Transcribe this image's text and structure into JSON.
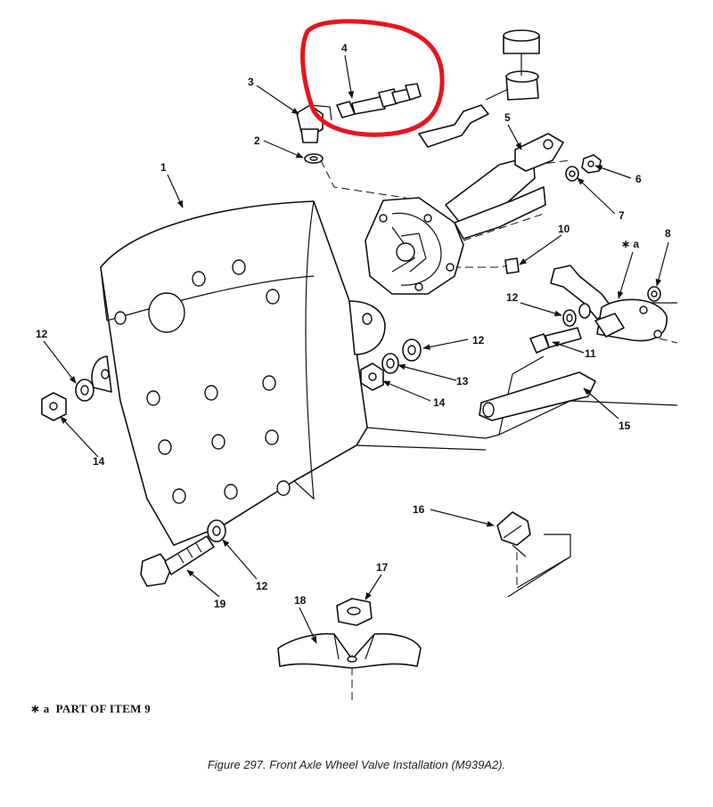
{
  "figure": {
    "caption": "Figure 297.  Front Axle Wheel Valve Installation (M939A2).",
    "note_marker": "∗ a",
    "note_text": "PART OF ITEM 9",
    "highlight_color": "#e8141c",
    "callouts": {
      "c1": "1",
      "c2": "2",
      "c3": "3",
      "c4": "4",
      "c5": "5",
      "c6": "6",
      "c7": "7",
      "c8": "8",
      "c9a": "∗ a",
      "c10": "10",
      "c11": "11",
      "c12a": "12",
      "c12b": "12",
      "c12c": "12",
      "c12d": "12",
      "c13": "13",
      "c14a": "14",
      "c14b": "14",
      "c15": "15",
      "c16": "16",
      "c17": "17",
      "c18": "18",
      "c19": "19"
    }
  }
}
